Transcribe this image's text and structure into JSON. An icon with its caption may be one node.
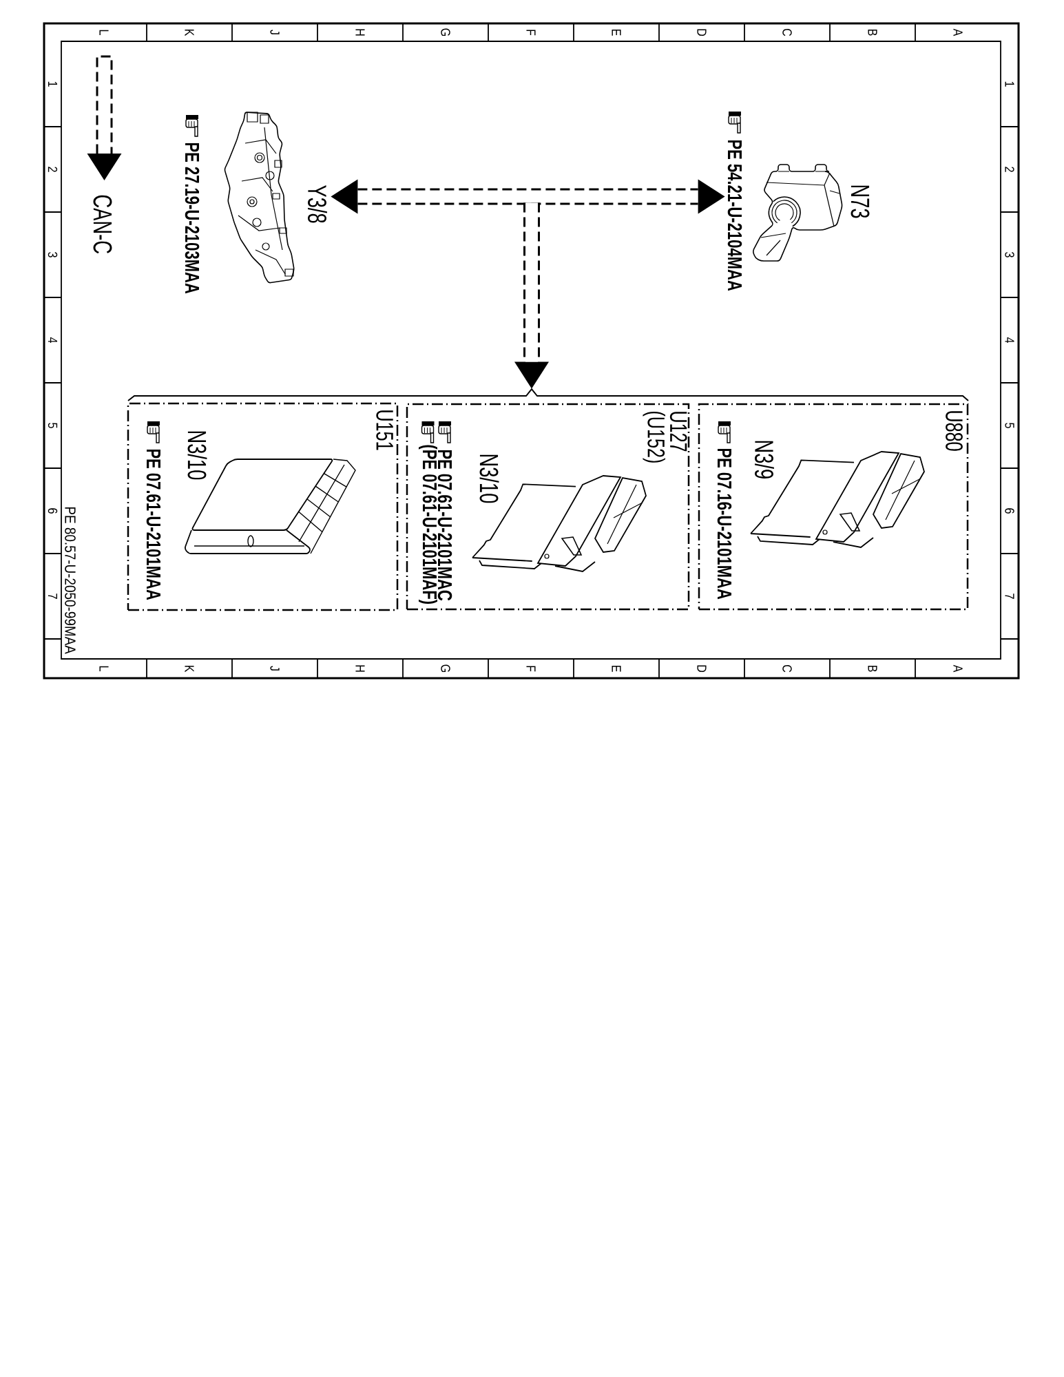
{
  "diagram": {
    "nodes": [
      {
        "text": [
          "Y3/8",
          "PE 27.19-U-2103MAA"
        ]
      },
      {
        "text": [
          "N73",
          "PE 54.21-U-2104MAA"
        ]
      },
      {
        "text": [],
        "shape": "bracket"
      },
      {
        "text": [
          "U151",
          "N3/10",
          "PE 07.61-U-2101MAA"
        ]
      },
      {
        "text": [
          "U127 (U152)",
          "N3/10",
          "PE 07.61-U-2101MAC",
          "(PE 07.61-U-2101MAF)"
        ]
      },
      {
        "text": [
          "U880",
          "N3/9",
          "PE 07.16-U-2101MAA"
        ]
      }
    ],
    "edges": [
      {
        "from": 0,
        "to": 1,
        "arrow": "both"
      },
      {
        "from": null,
        "to": 2,
        "arrow": "to"
      }
    ],
    "labels": [
      "L",
      "K",
      "J",
      "H",
      "G",
      "F",
      "E",
      "D",
      "C",
      "B",
      "A",
      "1",
      "2",
      "3",
      "4",
      "5",
      "6",
      "7",
      "1",
      "2",
      "3",
      "4",
      "5",
      "6",
      "7",
      "L",
      "K",
      "J",
      "H",
      "G",
      "F",
      "E",
      "D",
      "C",
      "B",
      "A",
      "PE 80.57-U-2050-99MAA"
    ],
    "legend": [
      {
        "text": "CAN-C"
      }
    ]
  }
}
